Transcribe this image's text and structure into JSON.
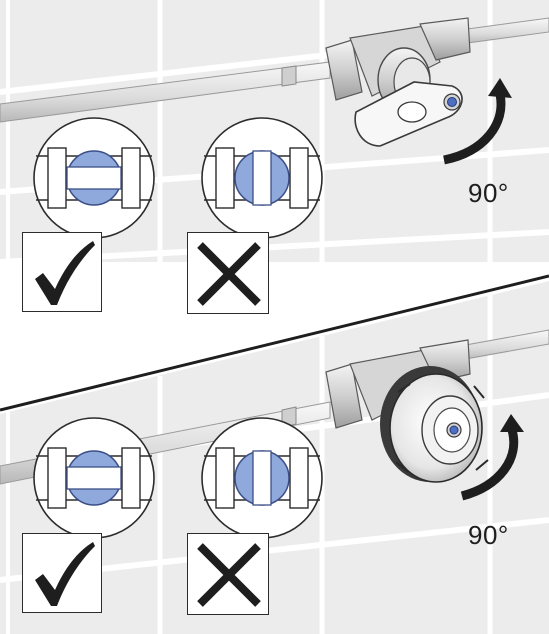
{
  "panels": [
    {
      "name": "lever-handle",
      "rotation_label": "90°",
      "correct_position": "horizontal-bore",
      "incorrect_position": "vertical-bore"
    },
    {
      "name": "knob-handle",
      "rotation_label": "90°",
      "correct_position": "horizontal-bore",
      "incorrect_position": "vertical-bore"
    }
  ],
  "colors": {
    "tile": "#ebebeb",
    "grout": "#ffffff",
    "ball": "#8fa9dc",
    "ball_stroke": "#3b4f86",
    "line": "#2c2c2c",
    "metal": "#d9d9d9",
    "accent": "#4f6fc4"
  },
  "icons": {
    "correct": "check-icon",
    "incorrect": "cross-icon",
    "rotation": "curved-arrow-icon"
  }
}
